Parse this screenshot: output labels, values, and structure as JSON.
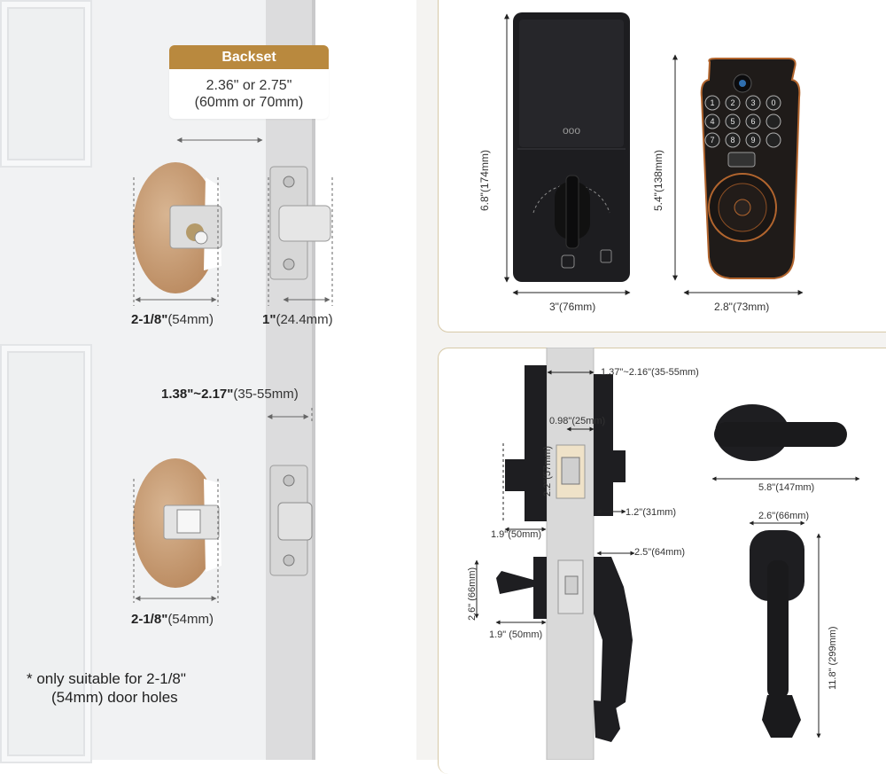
{
  "backset": {
    "heading": "Backset",
    "value_line1": "2.36\" or 2.75\"",
    "value_line2": "(60mm or 70mm)"
  },
  "left_dims": {
    "hole1_bold": "2-1/8\"",
    "hole1_rest": "(54mm)",
    "faceplate_bold": "1\"",
    "faceplate_rest": "(24.4mm)",
    "thickness_bold": "1.38\"~2.17\"",
    "thickness_rest": "(35-55mm)",
    "hole2_bold": "2-1/8\"",
    "hole2_rest": "(54mm)"
  },
  "note": {
    "line1": "* only suitable for  2-1/8\"",
    "line2": "(54mm) door holes"
  },
  "top_right": {
    "interior_height": "6.8\"(174mm)",
    "interior_width": "3\"(76mm)",
    "exterior_height": "5.4\"(138mm)",
    "exterior_width": "2.8\"(73mm)",
    "keypad_keys": [
      "1",
      "2",
      "3",
      "4",
      "5",
      "6",
      "7",
      "8",
      "9",
      "0"
    ]
  },
  "bottom_right": {
    "door_thickness": "1.37\"~2.16\"(35-55mm)",
    "latch_offset": "0.98\"(25mm)",
    "latch_height": "2.2\"(57mm)",
    "interior_depth": "1.2\"(31mm)",
    "exterior_depth": "1.9\"(50mm)",
    "handle_depth_inner": "2.5\"(64mm)",
    "handle_rose_height": "2.6\" (66mm)",
    "handle_depth_outer": "1.9\" (50mm)",
    "lever_width": "5.8\"(147mm)",
    "handle_width": "2.6\"(66mm)",
    "handle_height": "11.8\" (299mm)"
  },
  "colors": {
    "accent_gold": "#b9893e",
    "card_border": "#d7c9a8",
    "lock_finish": "#1c1c1e",
    "bronze_trim": "#b2652e"
  }
}
